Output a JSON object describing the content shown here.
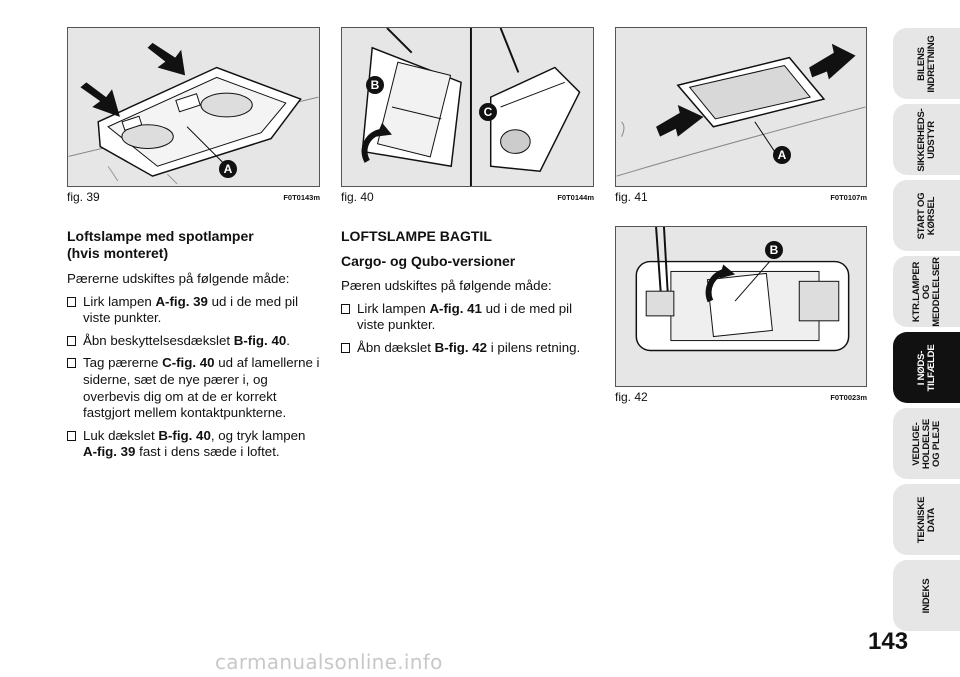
{
  "figures": [
    {
      "caption": "fig. 39",
      "code": "F0T0143m",
      "callouts": [
        "A"
      ]
    },
    {
      "caption": "fig. 40",
      "code": "F0T0144m",
      "callouts": [
        "B",
        "C"
      ]
    },
    {
      "caption": "fig. 41",
      "code": "F0T0107m",
      "callouts": [
        "A"
      ]
    },
    {
      "caption": "fig. 42",
      "code": "F0T0023m",
      "callouts": [
        "B"
      ]
    }
  ],
  "left_section": {
    "heading_line1": "Loftslampe med spotlamper",
    "heading_line2": "(hvis monteret)",
    "intro": "Pærerne udskiftes på følgende måde:",
    "bullets": [
      {
        "a": "Lirk lampen ",
        "b": "A-fig. 39",
        "c": " ud i de med pil viste punkter."
      },
      {
        "a": "Åbn beskyttelsesdækslet ",
        "b": "B-fig. 40",
        "c": "."
      },
      {
        "a": "Tag pærerne ",
        "b": "C-fig. 40",
        "c": " ud af lamellerne i siderne, sæt de nye pærer i, og overbevis dig om at de er korrekt fastgjort mellem kontaktpunkterne."
      },
      {
        "a": "Luk dækslet ",
        "b": "B-fig. 40",
        "c": ", og tryk lampen ",
        "d": "A-fig. 39",
        "e": " fast i dens sæde i loftet."
      }
    ]
  },
  "middle_section": {
    "heading": "LOFTSLAMPE BAGTIL",
    "subheading": "Cargo- og Qubo-versioner",
    "intro": "Pæren udskiftes på følgende måde:",
    "bullets": [
      {
        "a": "Lirk lampen ",
        "b": "A-fig. 41",
        "c": " ud i de med pil viste punkter."
      },
      {
        "a": "Åbn dækslet ",
        "b": "B-fig. 42",
        "c": " i pilens retning."
      }
    ]
  },
  "tabs": [
    {
      "label": "BILENS\nINDRETNING",
      "active": false
    },
    {
      "label": "SIKKERHEDS-\nUDSTYR",
      "active": false
    },
    {
      "label": "START OG\nKØRSEL",
      "active": false
    },
    {
      "label": "KTR.LAMPER\nOG\nMEDDELELSER",
      "active": false
    },
    {
      "label": "I NØDS-\nTILFÆLDE",
      "active": true
    },
    {
      "label": "VEDLIGE-\nHOLDELSE\nOG PLEJE",
      "active": false
    },
    {
      "label": "TEKNISKE\nDATA",
      "active": false
    },
    {
      "label": "INDEKS",
      "active": false
    }
  ],
  "page_number": "143",
  "watermark": "carmanualsonline.info"
}
